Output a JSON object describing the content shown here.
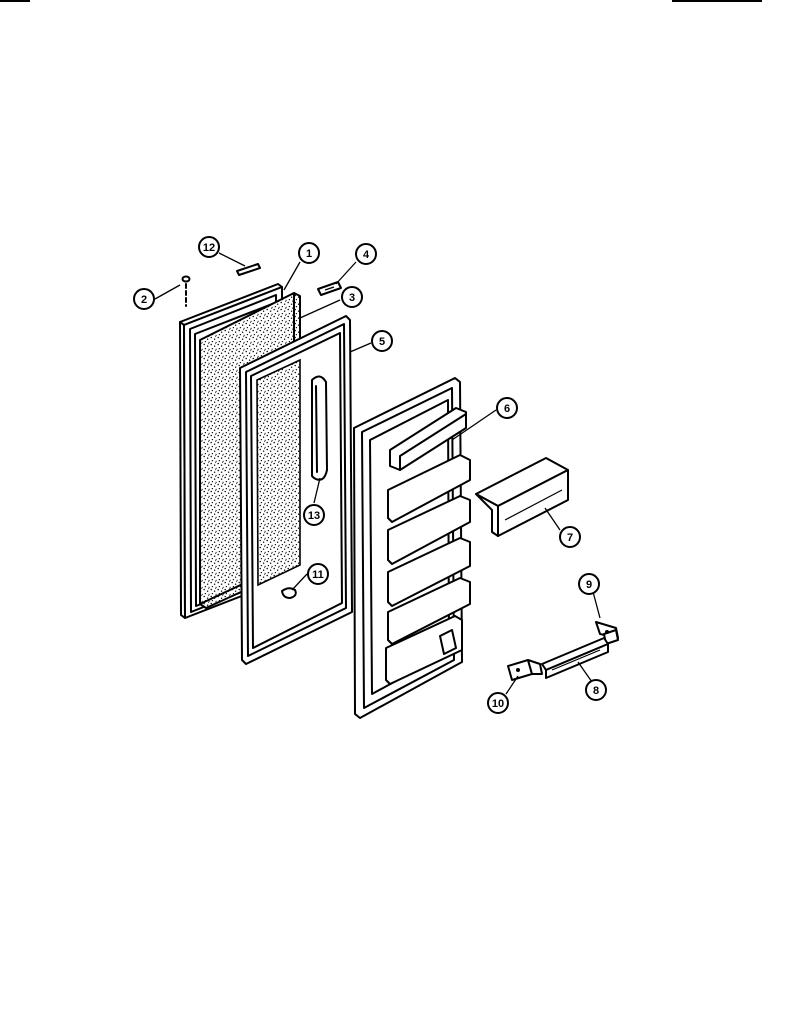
{
  "colors": {
    "ink": "#000000",
    "paper": "#ffffff"
  },
  "callouts": [
    {
      "id": "c1",
      "label": "1"
    },
    {
      "id": "c2",
      "label": "2"
    },
    {
      "id": "c3",
      "label": "3"
    },
    {
      "id": "c4",
      "label": "4"
    },
    {
      "id": "c5",
      "label": "5"
    },
    {
      "id": "c6",
      "label": "6"
    },
    {
      "id": "c7",
      "label": "7"
    },
    {
      "id": "c8",
      "label": "8"
    },
    {
      "id": "c9",
      "label": "9"
    },
    {
      "id": "c10",
      "label": "10"
    },
    {
      "id": "c11",
      "label": "11"
    },
    {
      "id": "c12",
      "label": "12"
    },
    {
      "id": "c13",
      "label": "13"
    }
  ]
}
